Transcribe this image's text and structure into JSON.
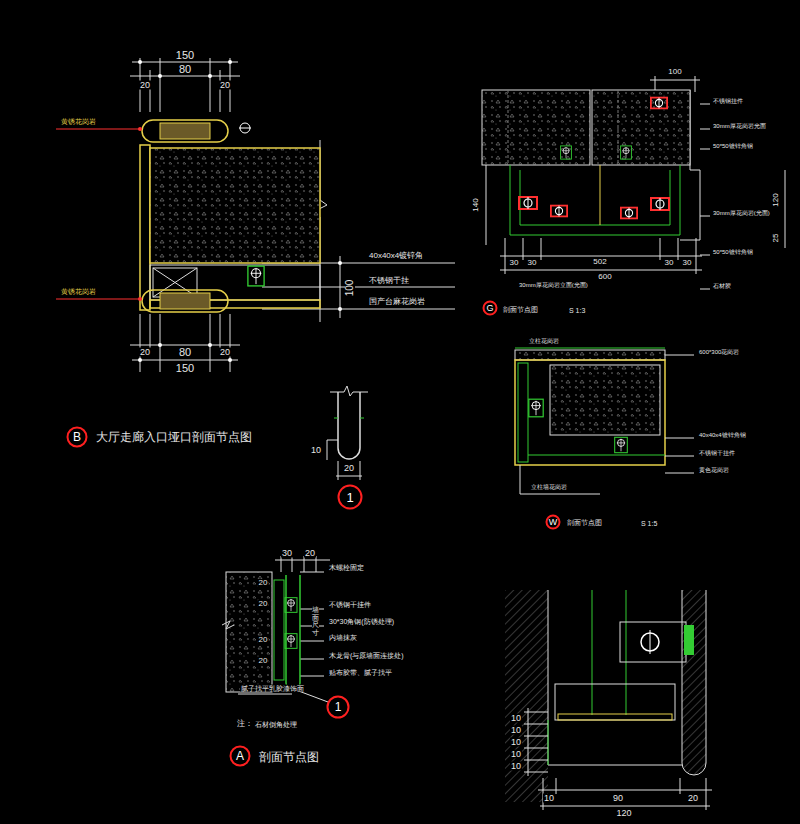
{
  "diagram": {
    "nodes": [
      {
        "text": [
          "G"
        ]
      },
      {
        "text": [
          "B"
        ]
      },
      {
        "text": [
          "1"
        ]
      },
      {
        "text": [
          "W"
        ]
      },
      {
        "text": [
          "1"
        ]
      },
      {
        "text": [
          "A"
        ]
      }
    ],
    "labels": [
      "150",
      "80",
      "20",
      "20",
      "黄锈花岗岩",
      "40x40x4镀锌角",
      "100",
      "不锈钢干挂",
      "黄锈花岗岩",
      "国产台麻花岗岩",
      "80",
      "150",
      "20",
      "20",
      "大厅走廊入口垭口剖面节点图",
      "10",
      "20",
      "100",
      "不锈钢挂件",
      "30mm厚花岗岩光面",
      "50*50镀锌角钢",
      "140",
      "120",
      "30mm厚花岗岩(光面)",
      "25",
      "50*50镀锌角钢",
      "30",
      "30",
      "502",
      "30",
      "30",
      "600",
      "石材胶",
      "30mm厚花岗岩立面(光面)",
      "剖面节点图",
      "S 1:3",
      "立柱花岗岩",
      "600*300花岗岩",
      "40x40x4镀锌角钢",
      "不锈钢干挂件",
      "黄色花岗岩",
      "立柱墙花岗岩",
      "剖面节点图",
      "S 1:5",
      "30",
      "20",
      "木螺栓固定",
      "20",
      "不锈钢干挂件",
      "20",
      "30*30角钢(防锈处理)",
      "墙面尺寸",
      "内墙抹灰",
      "20",
      "木龙骨(与原墙面连接处)",
      "20",
      "贴布胶带、腻子找平",
      "腻子找平乳胶漆饰面",
      "注：",
      "石材倒角处理",
      "剖面节点图",
      "10",
      "10",
      "10",
      "10",
      "10",
      "10",
      "90",
      "20",
      "120"
    ]
  }
}
